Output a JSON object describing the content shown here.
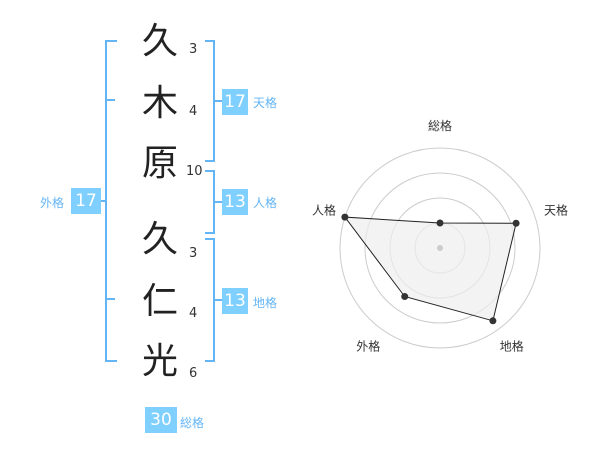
{
  "name": {
    "surname": [
      {
        "char": "久",
        "strokes": "3"
      },
      {
        "char": "木",
        "strokes": "4"
      },
      {
        "char": "原",
        "strokes": "10"
      }
    ],
    "given": [
      {
        "char": "久",
        "strokes": "3"
      },
      {
        "char": "仁",
        "strokes": "4"
      },
      {
        "char": "光",
        "strokes": "6"
      }
    ]
  },
  "fortunes": {
    "tenkaku": {
      "label": "天格",
      "value": "17"
    },
    "jinkaku": {
      "label": "人格",
      "value": "13"
    },
    "chikaku": {
      "label": "地格",
      "value": "13"
    },
    "gaikaku": {
      "label": "外格",
      "value": "17"
    },
    "soukaku": {
      "label": "総格",
      "value": "30"
    }
  },
  "chart_data": {
    "type": "radar",
    "axes": [
      "総格",
      "天格",
      "地格",
      "外格",
      "人格"
    ],
    "values": [
      0.25,
      0.8,
      0.9,
      0.6,
      1.0
    ],
    "max": 1.0,
    "rings": 4,
    "colors": {
      "fill": "#eeeeee",
      "line": "#222222",
      "grid": "#cccccc",
      "point": "#333333",
      "center": "#cccccc"
    }
  }
}
